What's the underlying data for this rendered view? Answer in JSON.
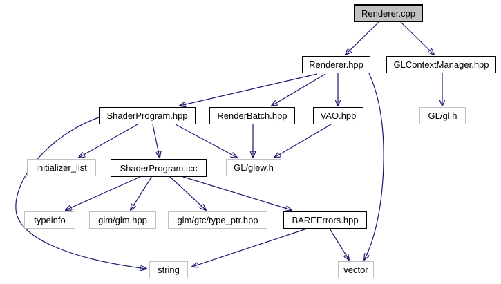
{
  "diagram": {
    "title": "Renderer.cpp include dependency graph",
    "edge_color": "#191970",
    "current_node_fill": "#c0c0c0",
    "external_border_color": "#c0c0c0",
    "nodes": [
      {
        "id": "renderer-cpp",
        "label": "Renderer.cpp",
        "kind": "current"
      },
      {
        "id": "renderer-hpp",
        "label": "Renderer.hpp",
        "kind": "internal"
      },
      {
        "id": "glcontextmanager-hpp",
        "label": "GLContextManager.hpp",
        "kind": "internal"
      },
      {
        "id": "gl-gl-h",
        "label": "GL/gl.h",
        "kind": "external"
      },
      {
        "id": "shaderprogram-hpp",
        "label": "ShaderProgram.hpp",
        "kind": "internal"
      },
      {
        "id": "renderbatch-hpp",
        "label": "RenderBatch.hpp",
        "kind": "internal"
      },
      {
        "id": "vao-hpp",
        "label": "VAO.hpp",
        "kind": "internal"
      },
      {
        "id": "initializer-list",
        "label": "initializer_list",
        "kind": "external"
      },
      {
        "id": "shaderprogram-tcc",
        "label": "ShaderProgram.tcc",
        "kind": "internal"
      },
      {
        "id": "gl-glew-h",
        "label": "GL/glew.h",
        "kind": "external"
      },
      {
        "id": "typeinfo",
        "label": "typeinfo",
        "kind": "external"
      },
      {
        "id": "glm-glm-hpp",
        "label": "glm/glm.hpp",
        "kind": "external"
      },
      {
        "id": "glm-gtc-type-ptr-hpp",
        "label": "glm/gtc/type_ptr.hpp",
        "kind": "external"
      },
      {
        "id": "bareerrors-hpp",
        "label": "BAREErrors.hpp",
        "kind": "internal"
      },
      {
        "id": "string",
        "label": "string",
        "kind": "external"
      },
      {
        "id": "vector",
        "label": "vector",
        "kind": "external"
      }
    ],
    "edges": [
      {
        "from": "Renderer.cpp",
        "to": "Renderer.hpp"
      },
      {
        "from": "Renderer.cpp",
        "to": "GLContextManager.hpp"
      },
      {
        "from": "GLContextManager.hpp",
        "to": "GL/gl.h"
      },
      {
        "from": "Renderer.hpp",
        "to": "ShaderProgram.hpp"
      },
      {
        "from": "Renderer.hpp",
        "to": "RenderBatch.hpp"
      },
      {
        "from": "Renderer.hpp",
        "to": "VAO.hpp"
      },
      {
        "from": "Renderer.hpp",
        "to": "vector"
      },
      {
        "from": "ShaderProgram.hpp",
        "to": "initializer_list"
      },
      {
        "from": "ShaderProgram.hpp",
        "to": "ShaderProgram.tcc"
      },
      {
        "from": "ShaderProgram.hpp",
        "to": "GL/glew.h"
      },
      {
        "from": "ShaderProgram.hpp",
        "to": "string"
      },
      {
        "from": "RenderBatch.hpp",
        "to": "GL/glew.h"
      },
      {
        "from": "VAO.hpp",
        "to": "GL/glew.h"
      },
      {
        "from": "ShaderProgram.tcc",
        "to": "typeinfo"
      },
      {
        "from": "ShaderProgram.tcc",
        "to": "glm/glm.hpp"
      },
      {
        "from": "ShaderProgram.tcc",
        "to": "glm/gtc/type_ptr.hpp"
      },
      {
        "from": "ShaderProgram.tcc",
        "to": "BAREErrors.hpp"
      },
      {
        "from": "BAREErrors.hpp",
        "to": "string"
      },
      {
        "from": "BAREErrors.hpp",
        "to": "vector"
      }
    ]
  }
}
